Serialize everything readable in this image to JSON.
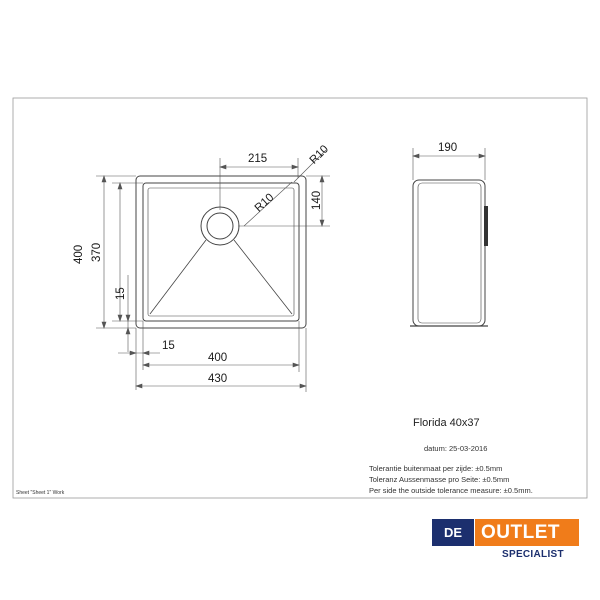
{
  "drawing": {
    "dimensions": {
      "width_215": "215",
      "radius_outer": "R10",
      "radius_inner": "R10",
      "height_140": "140",
      "depth_190": "190",
      "height_400": "400",
      "height_370": "370",
      "offset_15_vertical": "15",
      "offset_15_horizontal": "15",
      "width_400": "400",
      "width_430": "430"
    },
    "product_title": "Florida 40x37",
    "date": "datum: 25-03-2016",
    "tolerance_lines": [
      "Tolerantie buitenmaat per zijde:  ±0.5mm",
      "Toleranz Aussenmasse pro Seite:  ±0.5mm",
      "Per side the outside tolerance measure:  ±0.5mm."
    ],
    "footer_note": "Sheet \"Sheet 1\" Work"
  },
  "logo": {
    "de": "DE",
    "outlet": "OUTLET",
    "specialist": "SPECIALIST"
  }
}
